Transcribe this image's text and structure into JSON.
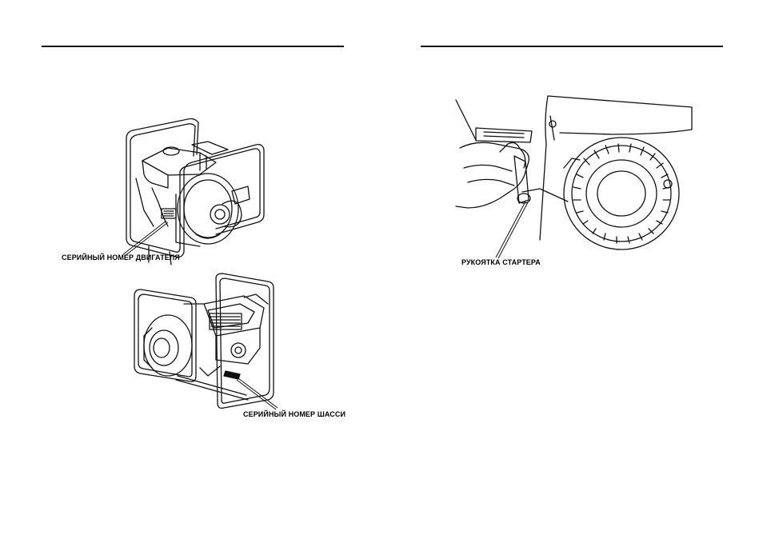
{
  "left_page": {
    "engine_serial_label": "СЕРИЙНЫЙ НОМЕР ДВИГАТЕЛЯ",
    "frame_serial_label": "СЕРИЙНЫЙ НОМЕР ШАССИ"
  },
  "right_page": {
    "starter_grip_label": "РУКОЯТКА СТАРТЕРА"
  },
  "colors": {
    "ink": "#111111",
    "paper": "#ffffff"
  }
}
